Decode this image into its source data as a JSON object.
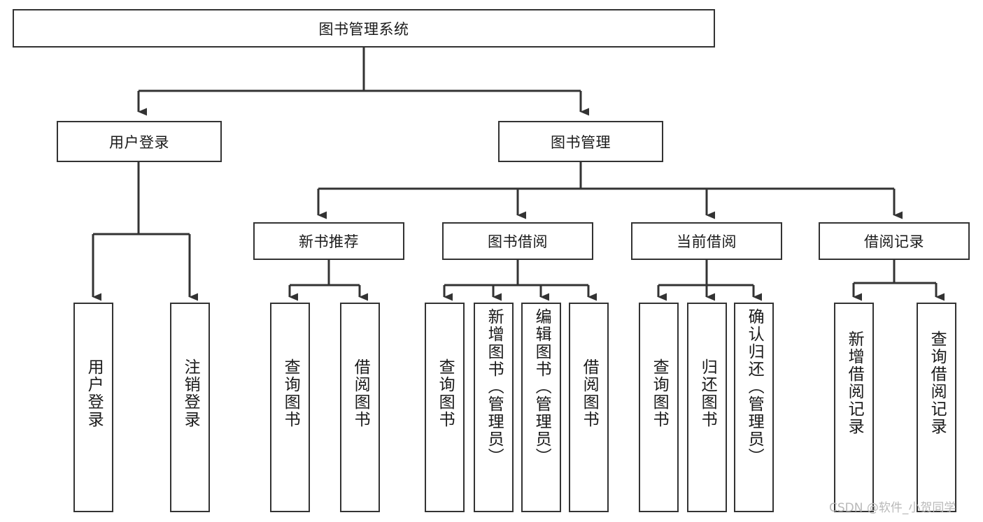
{
  "diagram": {
    "title_node": {
      "label": "图书管理系统"
    },
    "level1": [
      {
        "id": "user-login",
        "label": "用户登录"
      },
      {
        "id": "book-management",
        "label": "图书管理"
      }
    ],
    "level2": [
      {
        "id": "new-book-recommend",
        "label": "新书推荐"
      },
      {
        "id": "book-borrow",
        "label": "图书借阅"
      },
      {
        "id": "current-borrow",
        "label": "当前借阅"
      },
      {
        "id": "borrow-record",
        "label": "借阅记录"
      }
    ],
    "leaves": {
      "user_login": [
        {
          "id": "leaf-user-login",
          "label": "用户登录"
        },
        {
          "id": "leaf-user-logout",
          "label": "注销登录"
        }
      ],
      "new_book_recommend": [
        {
          "id": "leaf-query-book-1",
          "label": "查询图书"
        },
        {
          "id": "leaf-borrow-book-1",
          "label": "借阅图书"
        }
      ],
      "book_borrow": [
        {
          "id": "leaf-query-book-2",
          "label": "查询图书"
        },
        {
          "id": "leaf-add-book",
          "label": "新增图书（管理员）"
        },
        {
          "id": "leaf-edit-book",
          "label": "编辑图书（管理员）"
        },
        {
          "id": "leaf-borrow-book-2",
          "label": "借阅图书"
        }
      ],
      "current_borrow": [
        {
          "id": "leaf-query-book-3",
          "label": "查询图书"
        },
        {
          "id": "leaf-return-book",
          "label": "归还图书"
        },
        {
          "id": "leaf-confirm-return",
          "label": "确认归还（管理员）"
        }
      ],
      "borrow_record": [
        {
          "id": "leaf-add-record",
          "label": "新增借阅记录"
        },
        {
          "id": "leaf-query-record",
          "label": "查询借阅记录"
        }
      ]
    },
    "watermark": {
      "text": "CSDN @软件_小贺同学"
    },
    "colors": {
      "stroke": "#333333",
      "fill": "#ffffff",
      "text": "#1a1a1a",
      "watermark": "#b9b9b9"
    }
  }
}
